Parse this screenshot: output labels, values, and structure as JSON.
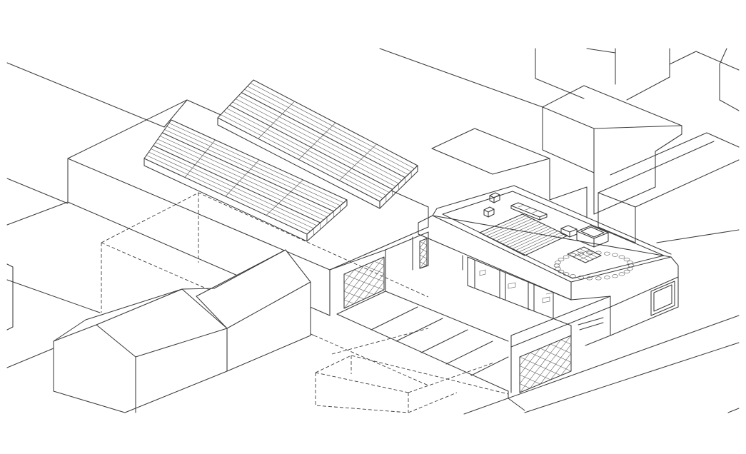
{
  "drawing": {
    "type": "axonometric-line-drawing",
    "line_color": "#3a3a3a",
    "background": "#ffffff",
    "solar_arrays": [
      {
        "name": "rear-solar-array",
        "panel_rows": 4,
        "panel_cols": 12
      },
      {
        "name": "front-solar-array",
        "panel_rows": 4,
        "panel_cols": 12
      }
    ],
    "facade_panels": 3,
    "rooftop_skylight_grid": {
      "rows": 3,
      "cols": 4
    }
  }
}
